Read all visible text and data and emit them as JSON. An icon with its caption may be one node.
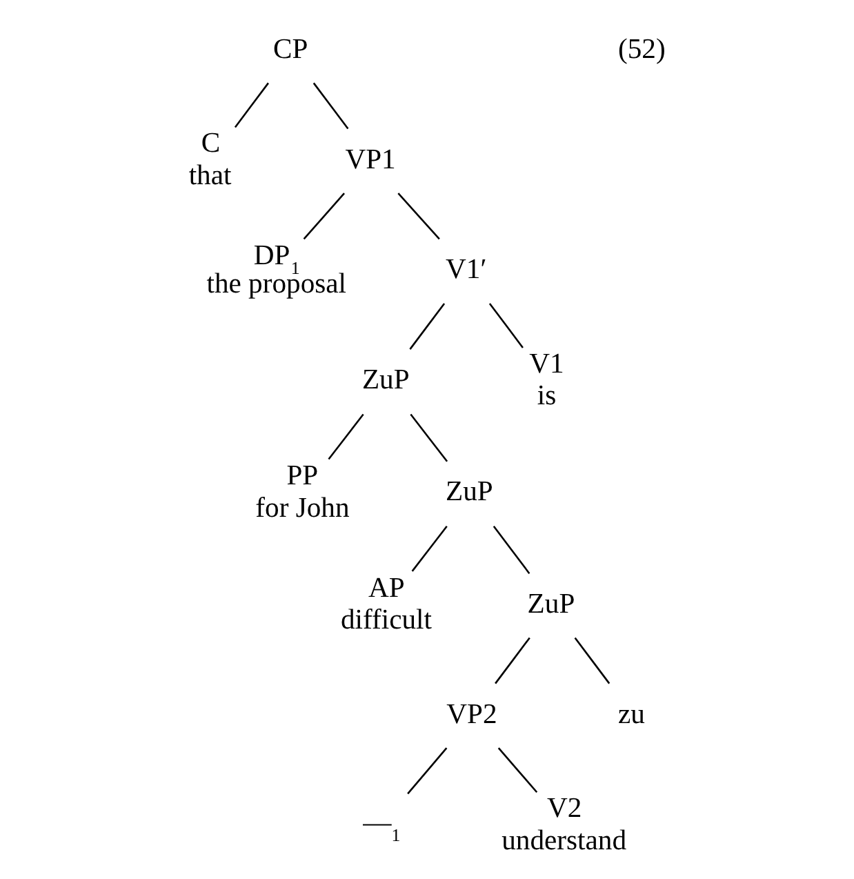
{
  "diagram": {
    "nodes": [
      {
        "text": [
          "CP"
        ]
      },
      {
        "text": [
          "C",
          "that"
        ]
      },
      {
        "text": [
          "VP1"
        ]
      },
      {
        "text": [
          "DP$_{1}$",
          "the proposal"
        ]
      },
      {
        "text": [
          "V1′"
        ]
      },
      {
        "text": [
          "ZuP"
        ]
      },
      {
        "text": [
          "V1",
          "is"
        ]
      },
      {
        "text": [
          "PP",
          "for John"
        ]
      },
      {
        "text": [
          "ZuP"
        ]
      },
      {
        "text": [
          "AP",
          "difficult"
        ]
      },
      {
        "text": [
          "ZuP"
        ]
      },
      {
        "text": [
          "VP2"
        ]
      },
      {
        "text": [
          "zu"
        ]
      },
      {
        "text": [
          "—$_{1}$"
        ]
      },
      {
        "text": [
          "V2",
          "understand"
        ]
      }
    ],
    "edges": [
      {
        "from": 0,
        "to": 1,
        "arrow": "none"
      },
      {
        "from": 0,
        "to": 2,
        "arrow": "none"
      },
      {
        "from": 2,
        "to": 3,
        "arrow": "none"
      },
      {
        "from": 2,
        "to": 4,
        "arrow": "none"
      },
      {
        "from": 4,
        "to": 5,
        "arrow": "none"
      },
      {
        "from": 4,
        "to": 6,
        "arrow": "none"
      },
      {
        "from": 5,
        "to": 7,
        "arrow": "none"
      },
      {
        "from": 5,
        "to": 8,
        "arrow": "none"
      },
      {
        "from": 8,
        "to": 9,
        "arrow": "none"
      },
      {
        "from": 8,
        "to": 10,
        "arrow": "none"
      },
      {
        "from": 10,
        "to": 11,
        "arrow": "none"
      },
      {
        "from": 10,
        "to": 12,
        "arrow": "none"
      },
      {
        "from": 11,
        "to": 13,
        "arrow": "none"
      },
      {
        "from": 11,
        "to": 14,
        "arrow": "none"
      }
    ],
    "labels": [
      "(52)"
    ]
  }
}
